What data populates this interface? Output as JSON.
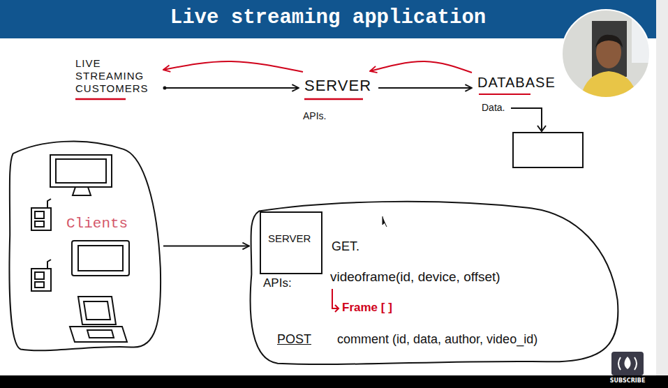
{
  "diagram": {
    "title": "Live streaming application",
    "nodes": [
      {
        "text": [
          "LIVE STREAMING CUSTOMERS"
        ]
      },
      {
        "text": [
          "SERVER",
          "APIs."
        ]
      },
      {
        "text": [
          "DATABASE",
          "Data."
        ]
      },
      {
        "text": [
          "Clients"
        ]
      },
      {
        "text": [
          "GET.",
          "APIs:",
          "videoframe(id, device, offset)",
          "Frame [ ]",
          "POST",
          "comment (id, data, author, video_id)"
        ]
      },
      {
        "text": [
          "SERVER"
        ],
        "in": 4
      }
    ],
    "edges": [
      {
        "from": 0,
        "to": 1,
        "arrow": "to"
      },
      {
        "from": 1,
        "to": 0,
        "arrow": "to"
      },
      {
        "from": 1,
        "to": 2,
        "arrow": "to"
      },
      {
        "from": 2,
        "to": 1,
        "arrow": "to"
      },
      {
        "from": 3,
        "to": 4,
        "arrow": "to"
      }
    ],
    "labels": [
      "SUBSCRIBE"
    ]
  }
}
